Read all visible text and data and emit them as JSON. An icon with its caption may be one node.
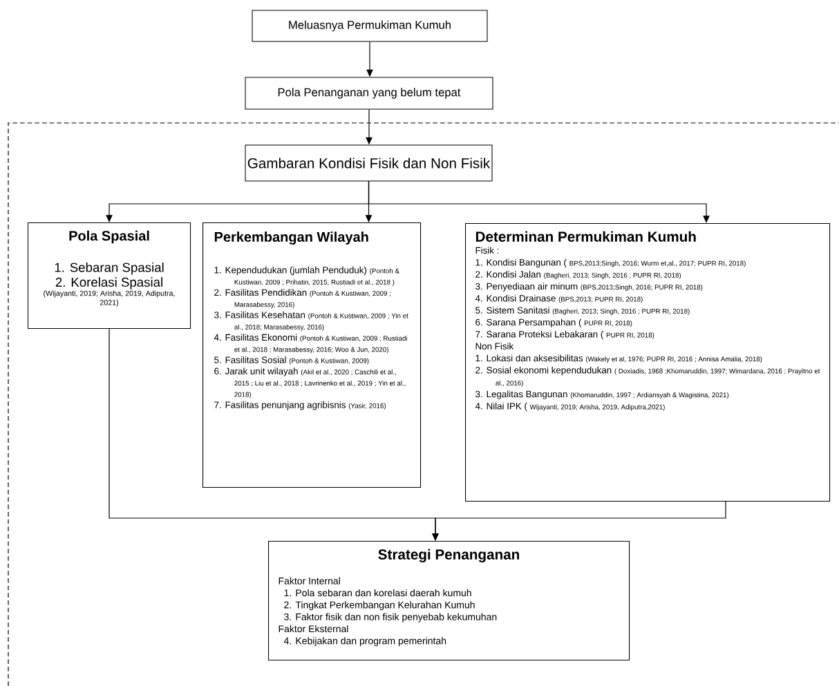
{
  "diagram": {
    "nodes": [
      {
        "text": [
          "Meluasnya Permukiman Kumuh"
        ]
      },
      {
        "text": [
          "Pola Penanganan yang belum tepat"
        ]
      },
      {
        "text": [
          "Gambaran Kondisi Fisik dan Non Fisik"
        ]
      },
      {
        "text": [
          "Pola Spasial",
          "1. Sebaran Spasial",
          "2. Korelasi Spasial",
          "(Wijayanti, 2019; Arisha, 2019, Adiputra, 2021)"
        ]
      },
      {
        "text": [
          "Perkembangan Wilayah",
          "1. Kependudukan (jumlah Penduduk)",
          "(Pontoh & Kustiwan, 2009 ; Prihatin, 2015, Rustiadi et al., 2018 )",
          "2. Fasilitas Pendidikan",
          "(Pontoh & Kustiwan, 2009 ; Marasabessy, 2016)",
          "3. Fasilitas Kesehatan",
          "(Pontoh & Kustiwan, 2009 ; Yin et al., 2018; Marasabessy, 2016)",
          "4. Fasilitas Ekonomi",
          "(Pontoh & Kustiwan, 2009 ; Rustiadi et al., 2018 ; Marasabessy, 2016; Woo & Jun, 2020)",
          "5. Fasilitas Sosial",
          "(Pontoh & Kustiwan, 2009)",
          "6. Jarak unit wilayah",
          "(Akil et al., 2020 ; Caschili et al., 2015 ; Liu et al., 2018 ; Lavrinenko et al., 2019 ; Yin et al., 2018)",
          "7. Fasilitas penunjang agribisnis",
          "(Yasir, 2016)"
        ]
      },
      {
        "text": [
          "Determinan Permukiman Kumuh",
          "Fisik :",
          "1. Kondisi Bangunan (",
          "BPS,2013;Singh, 2016; Wurm et,al., 2017; PUPR RI, 2018)",
          "2. Kondisi Jalan",
          "(Bagheri, 2013; Singh, 2016 ; PUPR RI, 2018)",
          "3. Penyediaan air minum",
          "(BPS,2013;Singh, 2016; PUPR RI, 2018)",
          "4. Kondisi Drainase",
          "(BPS,2013; PUPR RI, 2018)",
          "5. Sistem Sanitasi",
          "(Bagheri, 2013; Singh, 2016 ; PUPR RI, 2018)",
          "6. Sarana Persampahan (",
          "PUPR RI, 2018)",
          "7. Sarana Proteksi Lebakaran (",
          "PUPR RI, 2018)",
          "Non Fisik",
          "1. Lokasi dan aksesibilitas",
          "(Wakely et al, 1976; PUPR RI, 2016 ; Annisa Amalia, 2018)",
          "2. Sosial ekonomi kependudukan",
          "( Doxiadis, 1968 ;Khomaruddin, 1997; Wimardana, 2016 ; Prayitno et al., 2016)",
          "3. Legalitas Bangunan",
          "(Khomaruddin, 1997 ; Ardiansyah & Wagistina, 2021)",
          "4. Nilai IPK (",
          "Wijayanti, 2019; Arisha, 2019, Adiputra,2021)"
        ]
      },
      {
        "text": [
          "Strategi Penanganan",
          "Faktor Internal",
          "1. Pola sebaran dan korelasi daerah kumuh",
          "2. Tingkat Perkembangan Kelurahan Kumuh",
          "3. Faktor fisik dan non fisik penyebab kekumuhan",
          "Faktor Eksternal",
          "4. Kebijakan dan program pemerintah"
        ]
      }
    ],
    "edges": [
      {
        "from": 0,
        "to": 1,
        "arrow": "to"
      },
      {
        "from": 1,
        "to": 2,
        "arrow": "to"
      },
      {
        "from": 2,
        "to": 3,
        "arrow": "to"
      },
      {
        "from": 2,
        "to": 4,
        "arrow": "to"
      },
      {
        "from": 2,
        "to": 5,
        "arrow": "to"
      },
      {
        "from": 3,
        "to": 6,
        "arrow": "to"
      },
      {
        "from": 5,
        "to": 6,
        "arrow": "to"
      }
    ]
  }
}
